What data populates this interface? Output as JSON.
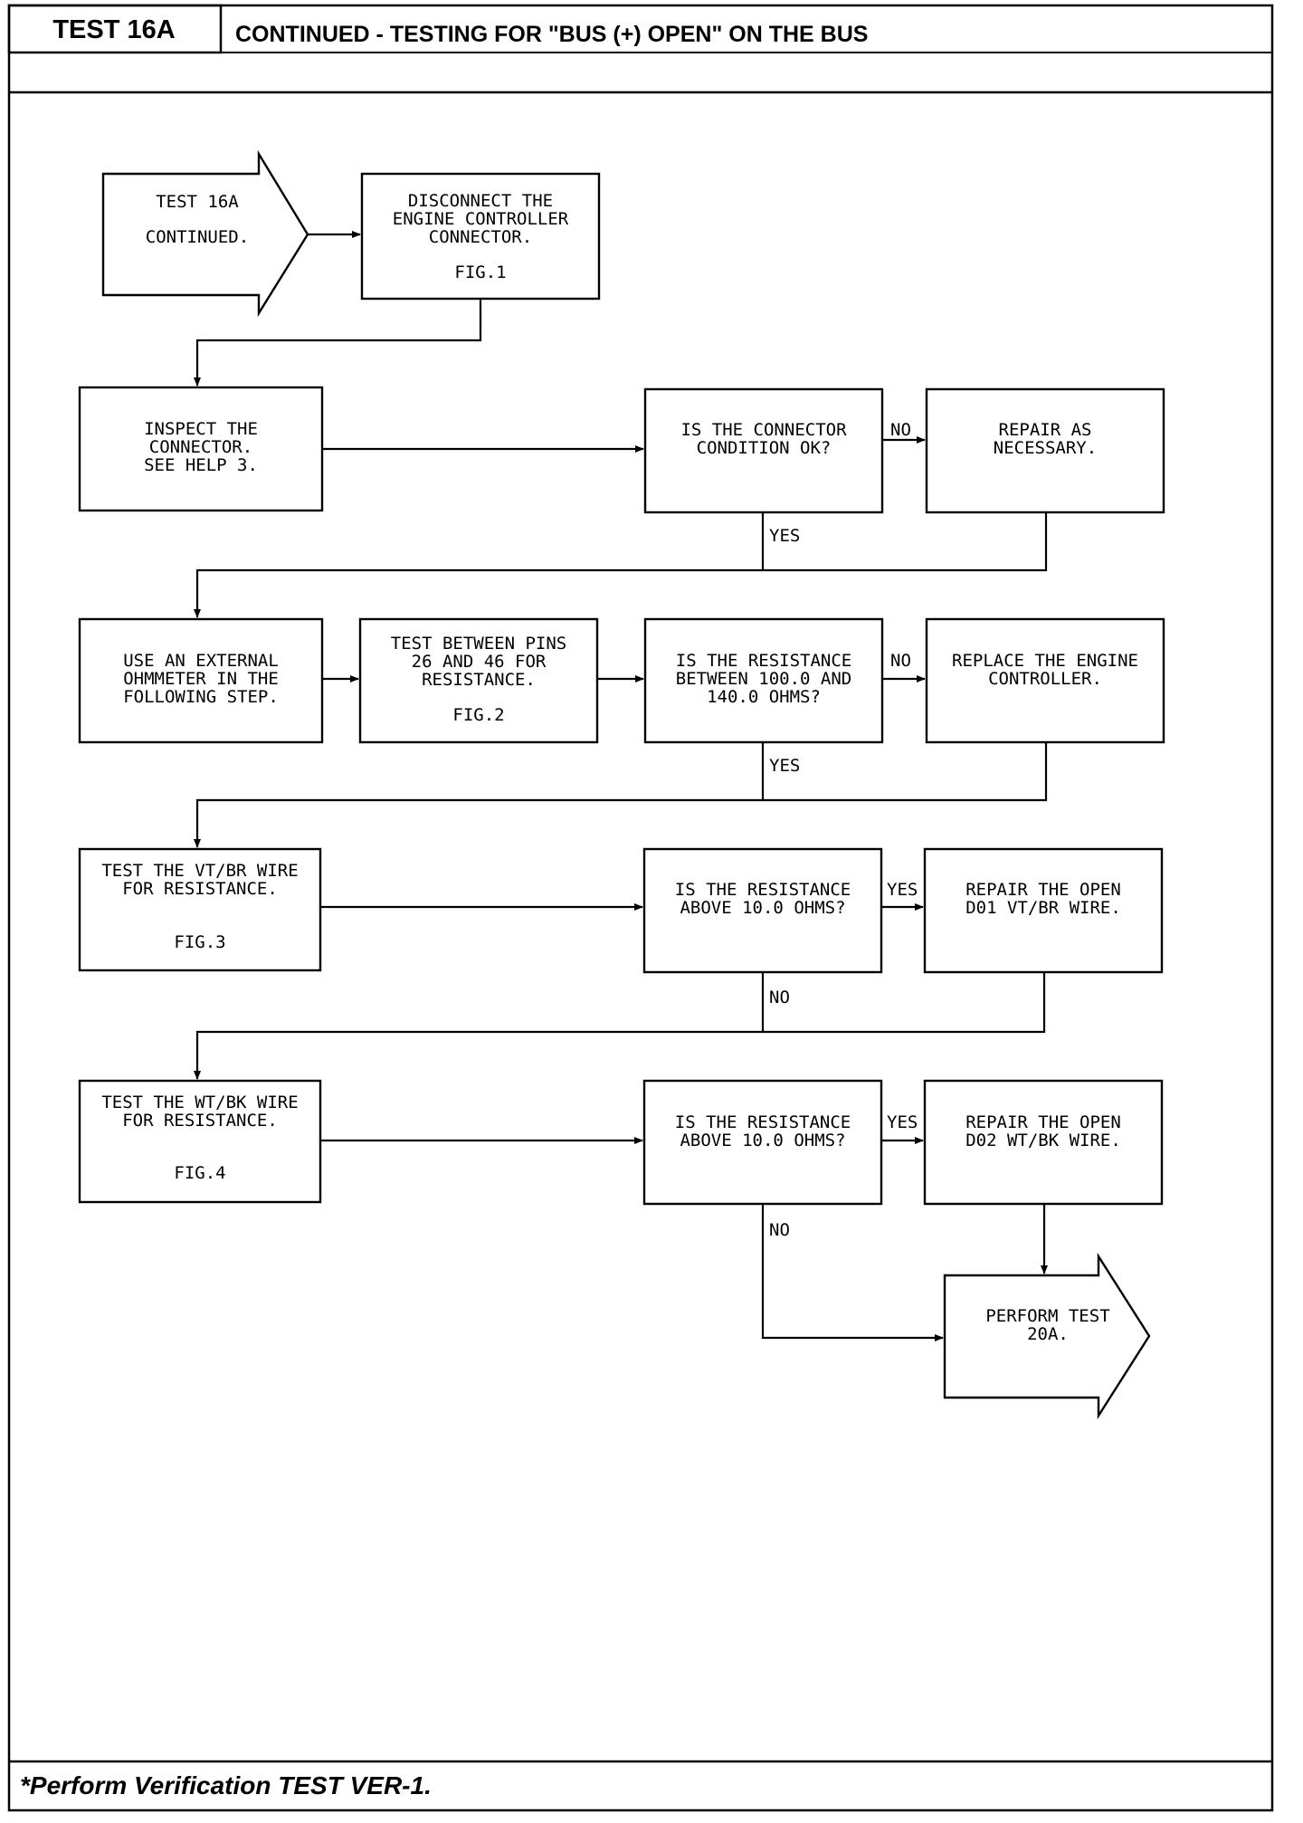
{
  "header": {
    "test_id": "TEST 16A",
    "title": "CONTINUED - TESTING FOR \"BUS (+) OPEN\" ON THE BUS"
  },
  "footer": {
    "note": "*Perform Verification TEST VER-1."
  },
  "flow": {
    "start": [
      "TEST 16A",
      "CONTINUED."
    ],
    "disconnect": [
      "DISCONNECT THE",
      "ENGINE CONTROLLER",
      "CONNECTOR.",
      "FIG.1"
    ],
    "inspect": [
      "INSPECT THE",
      "CONNECTOR.",
      "SEE HELP 3."
    ],
    "q_connector": [
      "IS THE CONNECTOR",
      "CONDITION OK?"
    ],
    "repair_necessary": [
      "REPAIR AS",
      "NECESSARY."
    ],
    "use_ohmmeter": [
      "USE AN EXTERNAL",
      "OHMMETER IN THE",
      "FOLLOWING STEP."
    ],
    "test_pins": [
      "TEST BETWEEN PINS",
      "26 AND 46 FOR",
      "RESISTANCE.",
      "FIG.2"
    ],
    "q_res_between": [
      "IS THE RESISTANCE",
      "BETWEEN 100.0 AND",
      "140.0 OHMS?"
    ],
    "replace_controller": [
      "REPLACE THE ENGINE",
      "CONTROLLER."
    ],
    "test_vtbr": [
      "TEST THE VT/BR WIRE",
      "FOR RESISTANCE.",
      "FIG.3"
    ],
    "q_res_above_1": [
      "IS THE RESISTANCE",
      "ABOVE 10.0 OHMS?"
    ],
    "repair_d01": [
      "REPAIR THE OPEN",
      "D01 VT/BR WIRE."
    ],
    "test_wtbk": [
      "TEST THE WT/BK WIRE",
      "FOR RESISTANCE.",
      "FIG.4"
    ],
    "q_res_above_2": [
      "IS THE RESISTANCE",
      "ABOVE 10.0 OHMS?"
    ],
    "repair_d02": [
      "REPAIR THE OPEN",
      "D02 WT/BK WIRE."
    ],
    "perform_20a": [
      "PERFORM TEST",
      "20A."
    ]
  },
  "labels": {
    "no_1": "NO",
    "yes_1": "YES",
    "no_2": "NO",
    "yes_2": "YES",
    "yes_3": "YES",
    "no_3": "NO",
    "yes_4": "YES",
    "no_4": "NO"
  }
}
